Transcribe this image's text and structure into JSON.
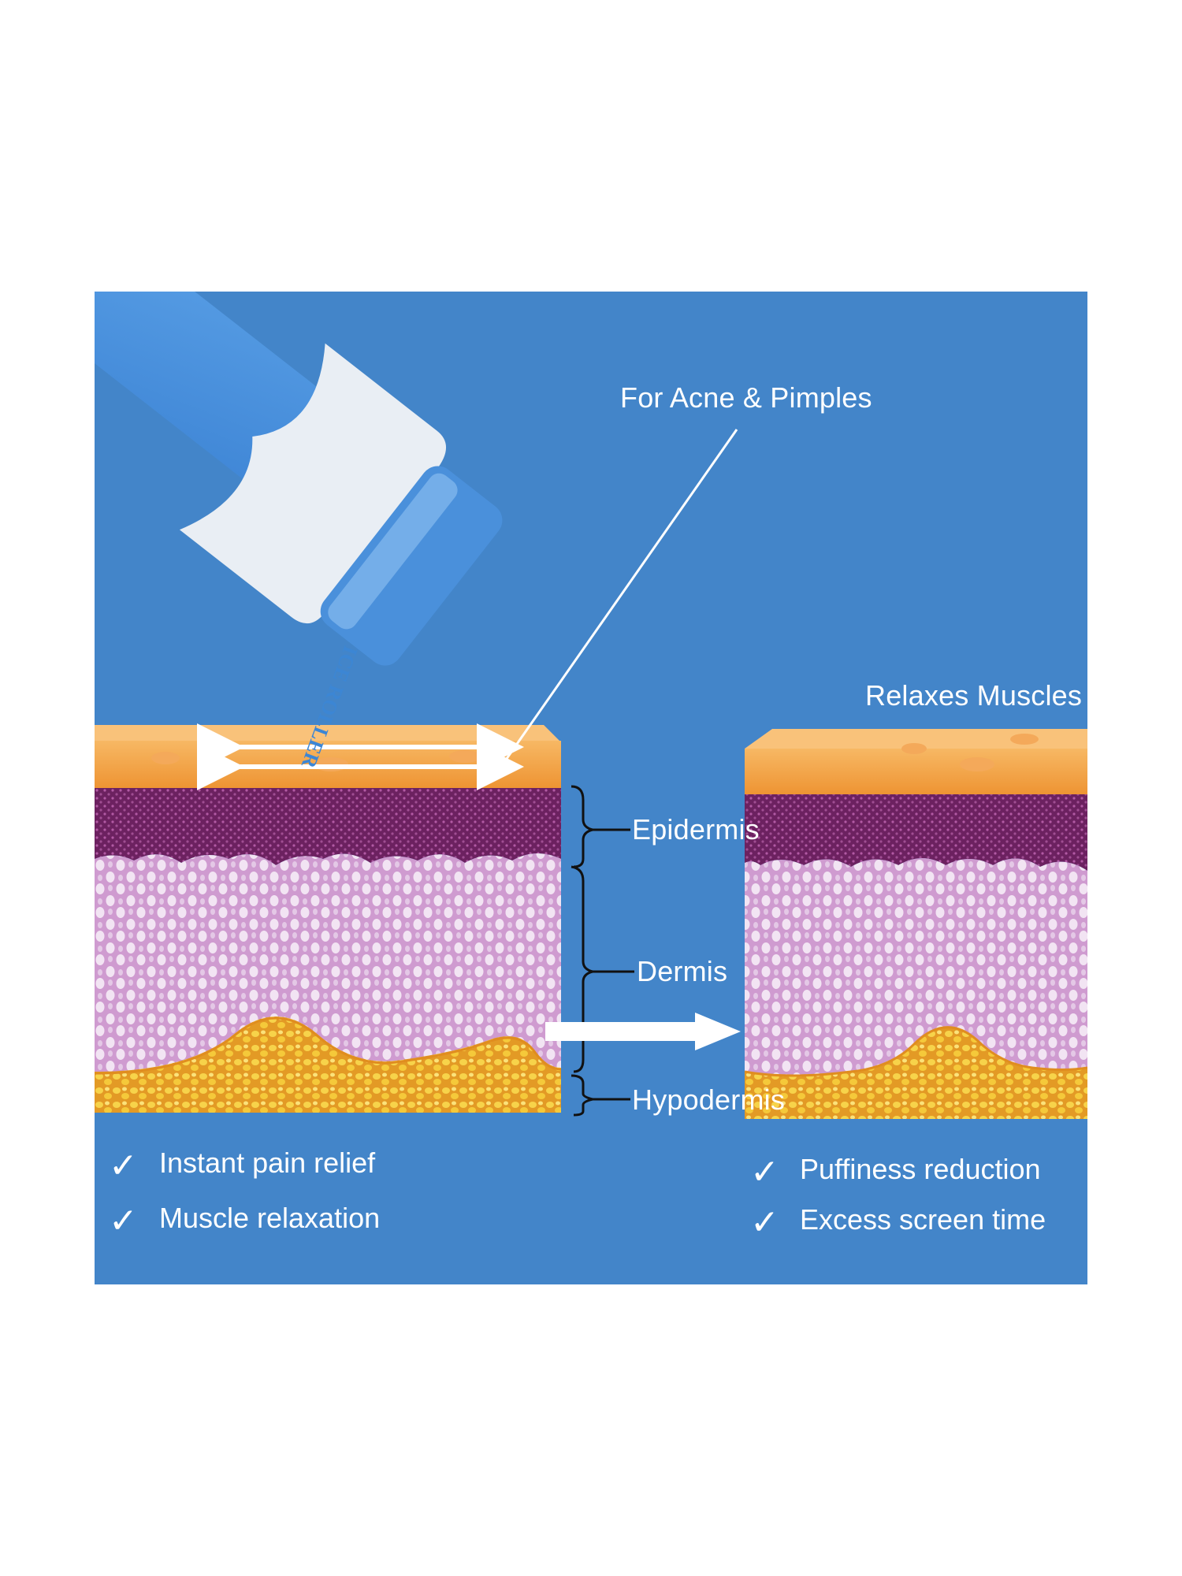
{
  "product": {
    "brand_text": "ICE ROLLER",
    "roller_icon": "ice-roller-icon"
  },
  "callouts": {
    "acne": "For Acne & Pimples",
    "muscles": "Relaxes Muscles"
  },
  "layers": {
    "epidermis": "Epidermis",
    "dermis": "Dermis",
    "hypodermis": "Hypodermis"
  },
  "benefits_left": [
    {
      "icon": "checkmark-icon",
      "text": "Instant pain relief"
    },
    {
      "icon": "checkmark-icon",
      "text": "Muscle relaxation"
    }
  ],
  "benefits_right": [
    {
      "icon": "checkmark-icon",
      "text": "Puffiness reduction"
    },
    {
      "icon": "checkmark-icon",
      "text": "Excess screen time"
    }
  ],
  "colors": {
    "background": "#4385c9",
    "surface": "#f3a24a",
    "epidermis": "#7b2a6b",
    "dermis": "#d9a9d8",
    "hypodermis": "#f2c531",
    "roller_blue": "#4a90db",
    "roller_white": "#e9eef4"
  }
}
